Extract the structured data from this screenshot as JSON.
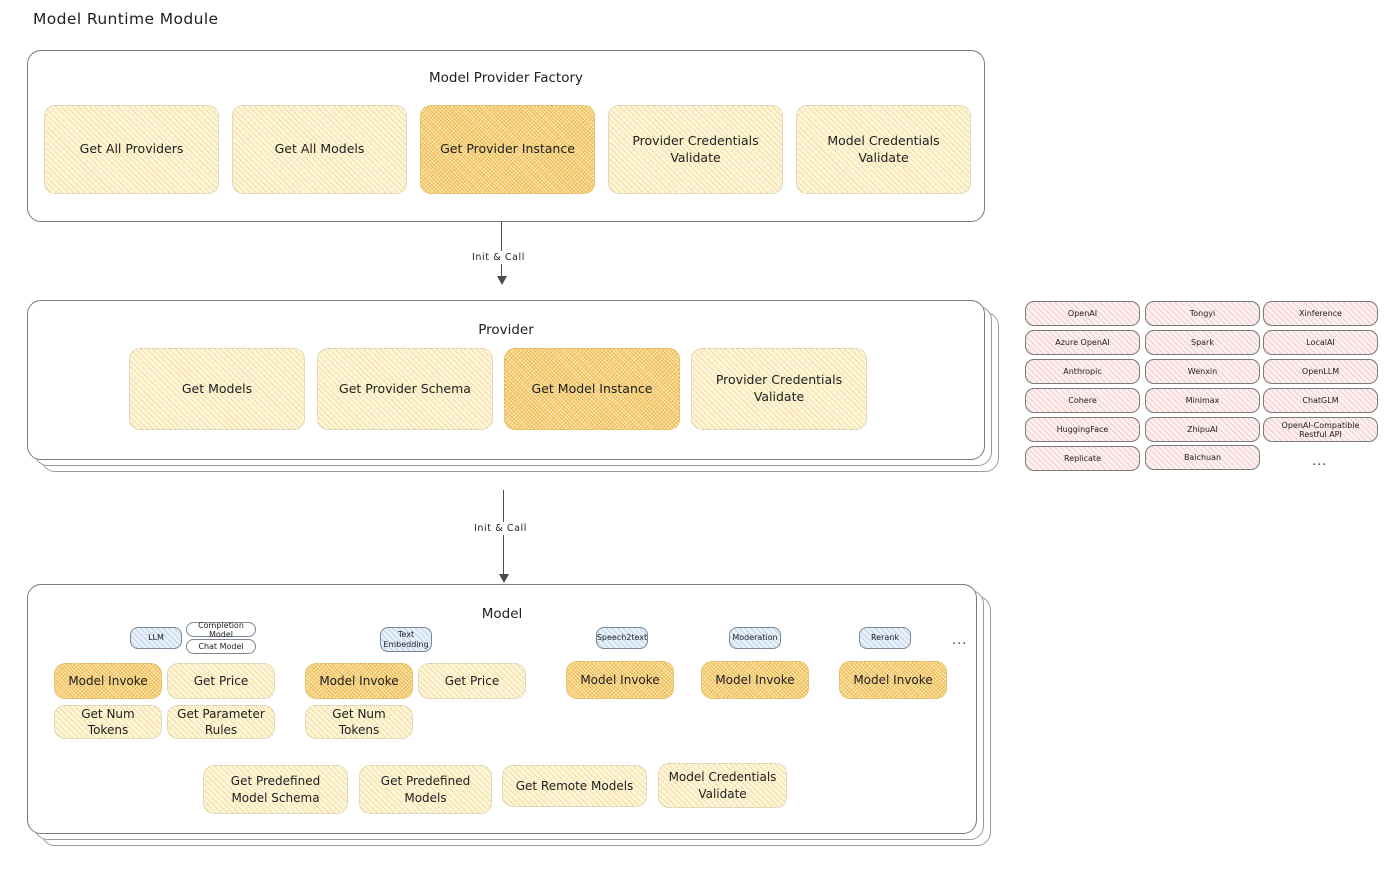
{
  "page": {
    "title": "Model Runtime Module"
  },
  "factory": {
    "title": "Model Provider Factory",
    "ops": [
      {
        "label": "Get All Providers",
        "highlight": false
      },
      {
        "label": "Get All Models",
        "highlight": false
      },
      {
        "label": "Get Provider Instance",
        "highlight": true
      },
      {
        "label": "Provider Credentials Validate",
        "highlight": false
      },
      {
        "label": "Model Credentials Validate",
        "highlight": false
      }
    ]
  },
  "arrows": [
    {
      "label": "Init & Call"
    },
    {
      "label": "Init & Call"
    }
  ],
  "provider": {
    "title": "Provider",
    "ops": [
      {
        "label": "Get Models",
        "highlight": false
      },
      {
        "label": "Get Provider Schema",
        "highlight": false
      },
      {
        "label": "Get Model Instance",
        "highlight": true
      },
      {
        "label": "Provider Credentials Validate",
        "highlight": false
      }
    ]
  },
  "provider_list": {
    "columns": [
      [
        "OpenAI",
        "Azure OpenAI",
        "Anthropic",
        "Cohere",
        "HuggingFace",
        "Replicate"
      ],
      [
        "Tongyi",
        "Spark",
        "Wenxin",
        "Minimax",
        "ZhipuAI",
        "Baichuan"
      ],
      [
        "Xinference",
        "LocalAI",
        "OpenLLM",
        "ChatGLM",
        "OpenAI-Compatible Restful API"
      ]
    ],
    "more": "..."
  },
  "model": {
    "title": "Model",
    "more": "...",
    "types": [
      {
        "badge": "LLM",
        "chips": [
          "Completion Model",
          "Chat Model"
        ],
        "ops": [
          {
            "label": "Model Invoke",
            "highlight": true
          },
          {
            "label": "Get Price",
            "highlight": false
          },
          {
            "label": "Get Num Tokens",
            "highlight": false
          },
          {
            "label": "Get Parameter Rules",
            "highlight": false
          }
        ]
      },
      {
        "badge": "Text Embedding",
        "chips": [],
        "ops": [
          {
            "label": "Model Invoke",
            "highlight": true
          },
          {
            "label": "Get Price",
            "highlight": false
          },
          {
            "label": "Get Num Tokens",
            "highlight": false
          }
        ]
      },
      {
        "badge": "Speech2text",
        "chips": [],
        "ops": [
          {
            "label": "Model Invoke",
            "highlight": true
          }
        ]
      },
      {
        "badge": "Moderation",
        "chips": [],
        "ops": [
          {
            "label": "Model Invoke",
            "highlight": true
          }
        ]
      },
      {
        "badge": "Rerank",
        "chips": [],
        "ops": [
          {
            "label": "Model Invoke",
            "highlight": true
          }
        ]
      }
    ],
    "shared_ops": [
      {
        "label": "Get Predefined Model Schema"
      },
      {
        "label": "Get Predefined Models"
      },
      {
        "label": "Get Remote Models"
      },
      {
        "label": "Model Credentials Validate"
      }
    ]
  },
  "colors": {
    "op_fill": "#fdf6df",
    "op_fill_highlight": "#fbe6b4",
    "badge_fill": "#e8f1fa",
    "provider_chip_fill": "#fdf0f0",
    "stroke": "#7a7a7a",
    "text": "#1e1e1e"
  }
}
